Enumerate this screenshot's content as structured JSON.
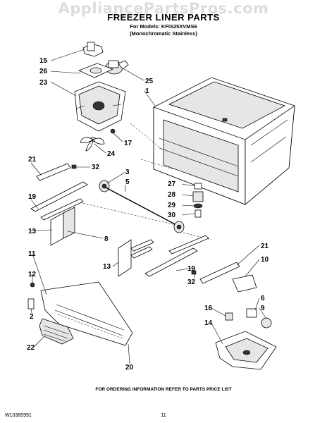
{
  "header": {
    "watermark": "AppliancePartsPros.com",
    "title": "FREEZER LINER PARTS",
    "models_line": "For Models: KFIS25XVMS6",
    "variant_line": "(Monochromatic Stainless)"
  },
  "callouts": [
    {
      "id": "c15a",
      "label": "15"
    },
    {
      "id": "c26",
      "label": "26"
    },
    {
      "id": "c23",
      "label": "23"
    },
    {
      "id": "c25",
      "label": "25"
    },
    {
      "id": "c1",
      "label": "1"
    },
    {
      "id": "c17",
      "label": "17"
    },
    {
      "id": "c24",
      "label": "24"
    },
    {
      "id": "c21a",
      "label": "21"
    },
    {
      "id": "c32a",
      "label": "32"
    },
    {
      "id": "c3",
      "label": "3"
    },
    {
      "id": "c5",
      "label": "5"
    },
    {
      "id": "c19a",
      "label": "19"
    },
    {
      "id": "c13a",
      "label": "13"
    },
    {
      "id": "c8",
      "label": "8"
    },
    {
      "id": "c27",
      "label": "27"
    },
    {
      "id": "c28",
      "label": "28"
    },
    {
      "id": "c29",
      "label": "29"
    },
    {
      "id": "c30",
      "label": "30"
    },
    {
      "id": "c13b",
      "label": "13"
    },
    {
      "id": "c11",
      "label": "11"
    },
    {
      "id": "c12",
      "label": "12"
    },
    {
      "id": "c2",
      "label": "2"
    },
    {
      "id": "c22",
      "label": "22"
    },
    {
      "id": "c21b",
      "label": "21"
    },
    {
      "id": "c19b",
      "label": "19"
    },
    {
      "id": "c32b",
      "label": "32"
    },
    {
      "id": "c10",
      "label": "10"
    },
    {
      "id": "c6",
      "label": "6"
    },
    {
      "id": "c9",
      "label": "9"
    },
    {
      "id": "c16",
      "label": "16"
    },
    {
      "id": "c14",
      "label": "14"
    },
    {
      "id": "c20",
      "label": "20"
    }
  ],
  "footer": {
    "order_info": "FOR ORDERING INFORMATION REFER TO PARTS PRICE LIST",
    "doc_number": "W10385991",
    "page_number": "11"
  }
}
